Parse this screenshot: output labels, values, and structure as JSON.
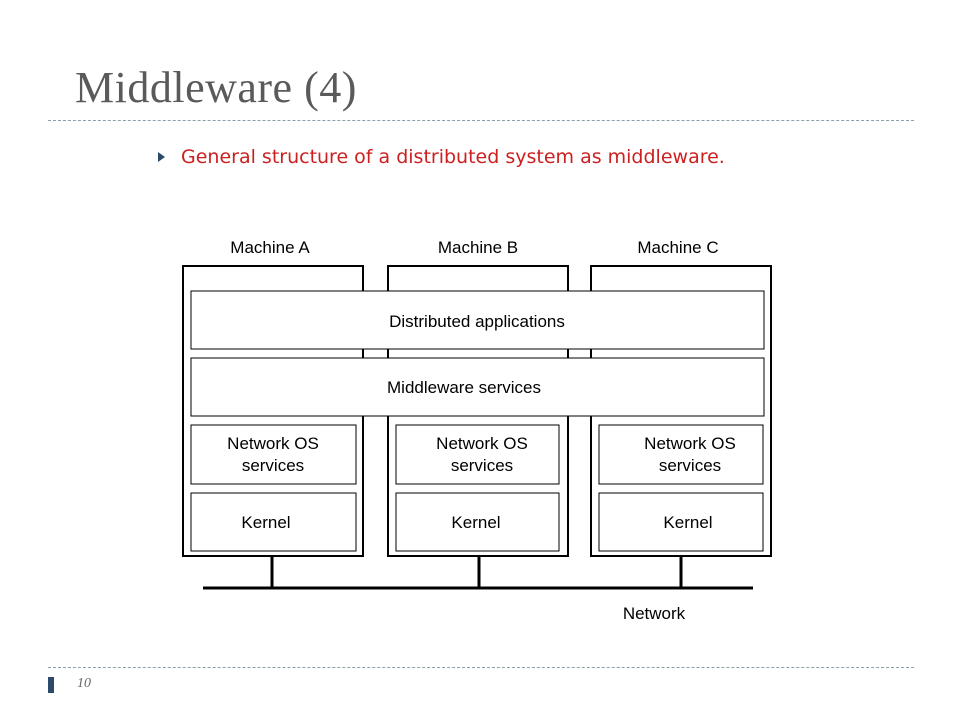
{
  "slide": {
    "title": "Middleware (4)",
    "bullet": "General structure of a distributed system as middleware.",
    "page_number": "10"
  },
  "diagram": {
    "machines": [
      "Machine A",
      "Machine B",
      "Machine C"
    ],
    "layers": {
      "distributed_applications": "Distributed applications",
      "middleware_services": "Middleware services",
      "network_os_line1": "Network OS",
      "network_os_line2": "services",
      "kernel": "Kernel"
    },
    "network_label": "Network"
  },
  "colors": {
    "title": "#5a5a5a",
    "bullet_text": "#cc1f1f",
    "bullet_marker": "#2e4a6b",
    "rule": "#8aa0a8"
  }
}
